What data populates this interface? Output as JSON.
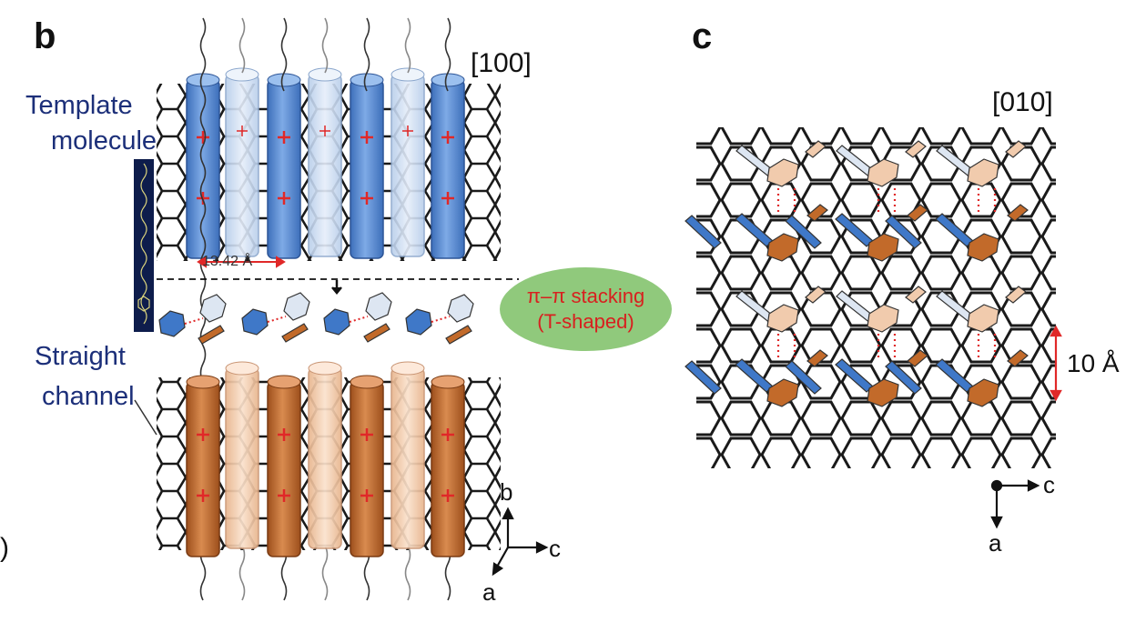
{
  "panel_b": {
    "letter": "b",
    "direction": "[100]",
    "template_label": [
      "Template",
      "molecule"
    ],
    "channel_label": [
      "Straight",
      "channel"
    ],
    "distance_label": "13.42 Å",
    "axis": {
      "b": "b",
      "c": "c",
      "a": "a"
    },
    "upper_tube_color": "#5b8fd6",
    "upper_tube_light_color": "#cfe0f5",
    "lower_tube_color": "#c8692c",
    "lower_tube_light_color": "#f3c9a8"
  },
  "stacking": {
    "line1": "π–π stacking",
    "line2": "(T-shaped)",
    "bubble_color": "#90c97c",
    "text_color": "#d8201f"
  },
  "panel_c": {
    "letter": "c",
    "direction": "[010]",
    "spacing_label": "10 Å",
    "axis": {
      "c": "c",
      "a": "a"
    },
    "ring_blue": "#3f78c8",
    "ring_orange": "#c26a2a",
    "ring_peach": "#f1cbad",
    "ring_pale": "#dde6f2"
  },
  "edge_mark": ")"
}
